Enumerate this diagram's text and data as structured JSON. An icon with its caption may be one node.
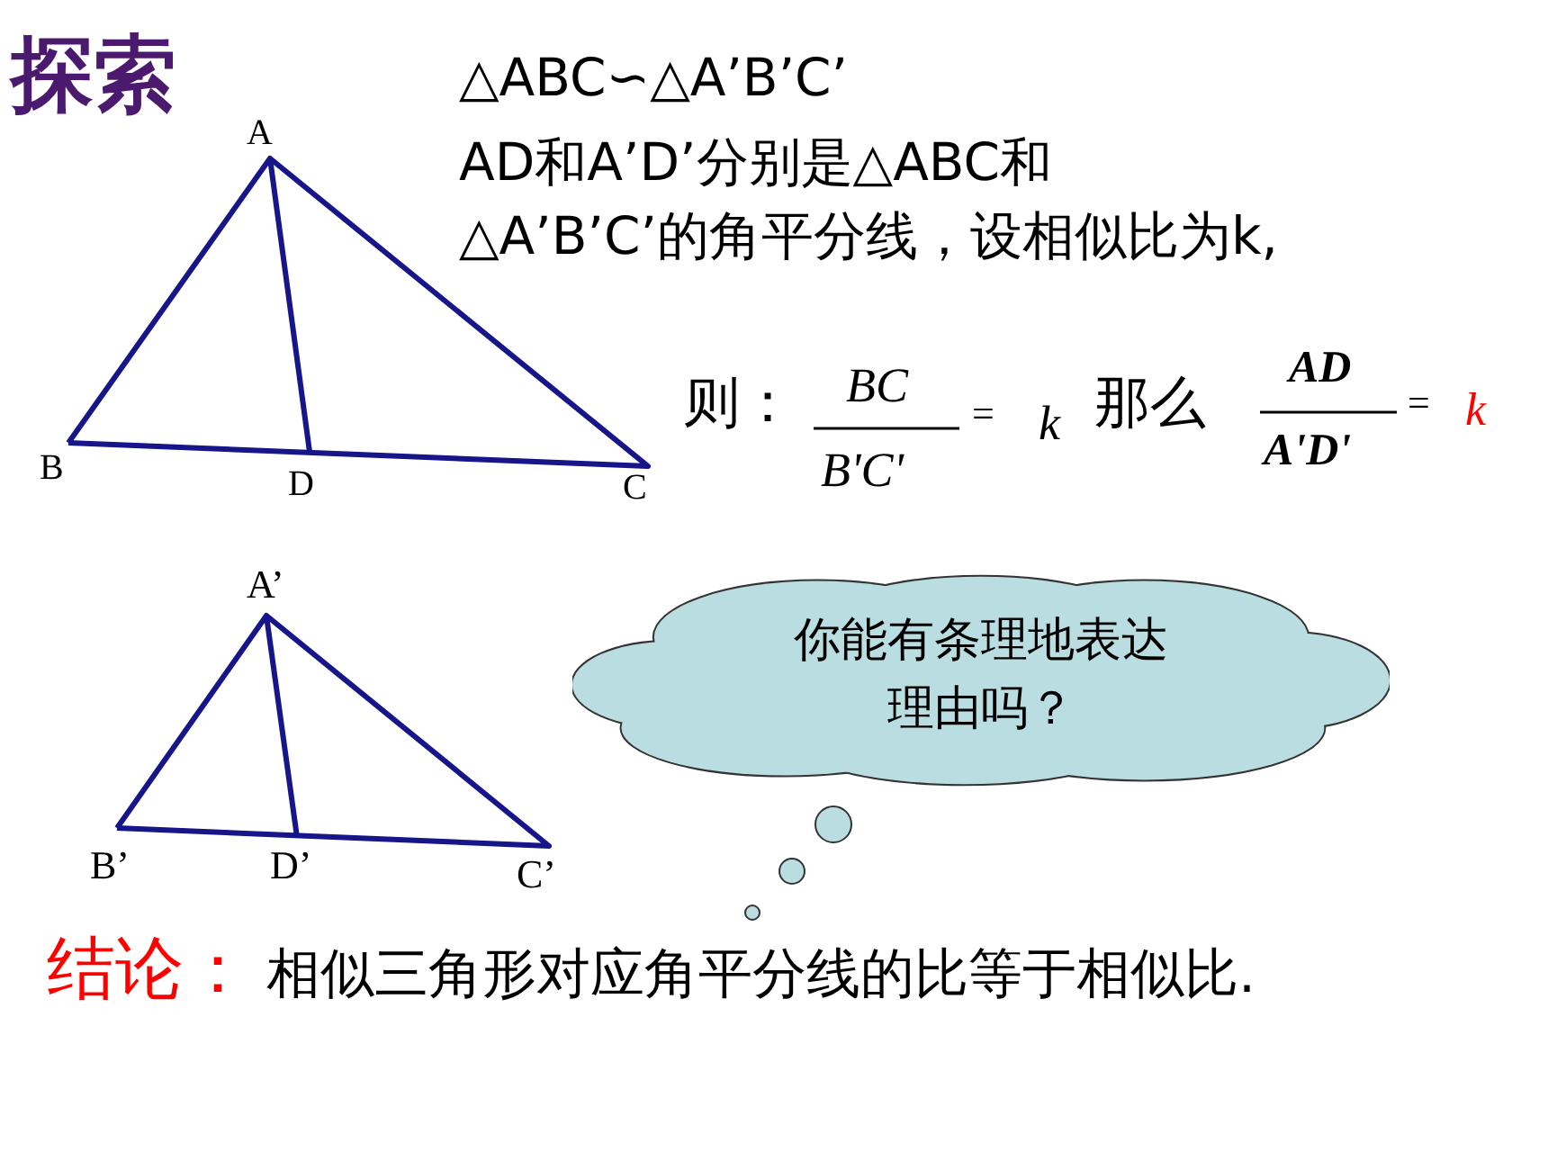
{
  "diagram": {
    "title": "探索",
    "nodes": [
      {
        "text": [
          "你能有条理地表达理由吗？"
        ]
      }
    ],
    "labels": [
      "△ABC∽△A’B’C’",
      "AD和A’D’分别是△ABC和△A’B’C’的角平分线，设相似比为k,",
      "A",
      "B",
      "D",
      "C",
      "则：",
      "BC",
      "B'C'",
      "=",
      "k",
      "那么",
      "AD",
      "A'D'",
      "=",
      "k",
      "A’",
      "B’",
      "D’",
      "C’",
      "结论：",
      "相似三角形对应角平分线的比等于相似比."
    ]
  }
}
